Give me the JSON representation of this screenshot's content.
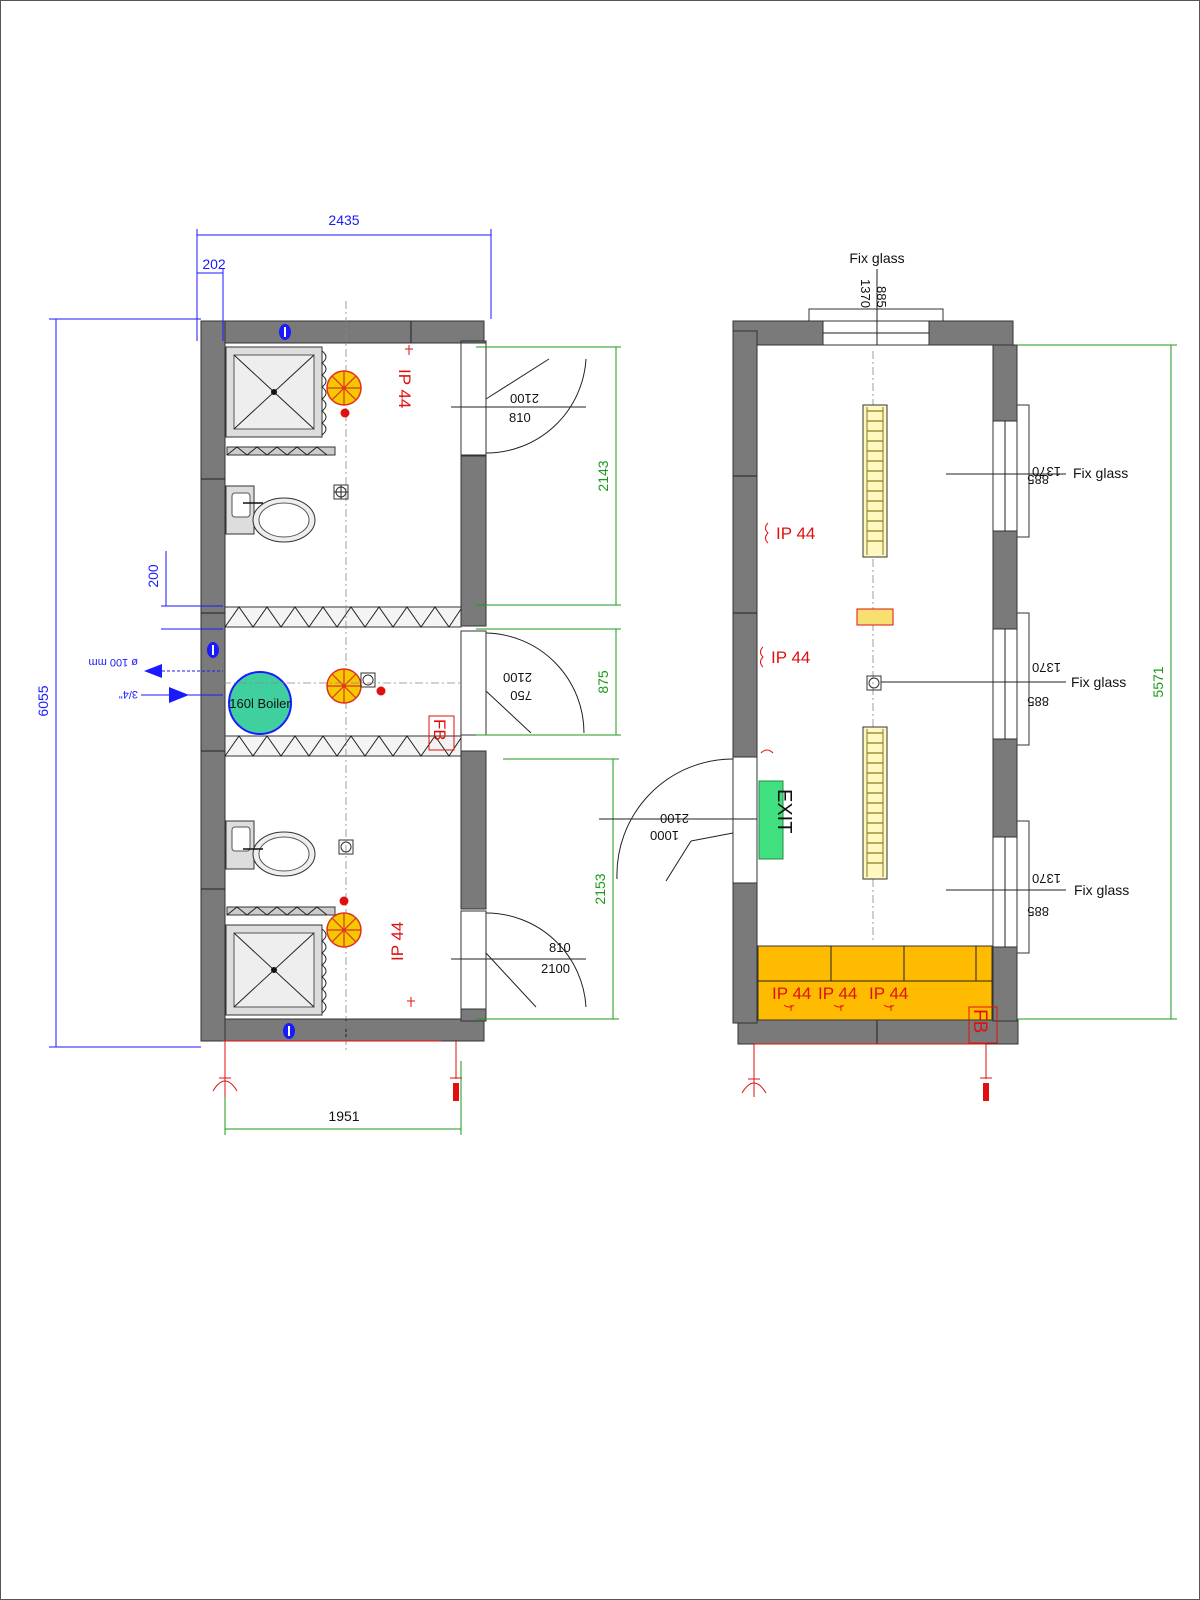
{
  "left_plan": {
    "dims": {
      "overall_width": "2435",
      "wall_offset": "202",
      "overall_length": "6055",
      "bottom_width": "1951",
      "room_top": "2143",
      "room_mid": "875",
      "room_bottom": "2153",
      "offset_200": "200"
    },
    "pipes": {
      "drain": "ø 100 mm",
      "water": "3/4\""
    },
    "boiler": "160l Boiler",
    "doors": {
      "top_width": "810",
      "top_height": "2100",
      "mid_width": "750",
      "mid_height": "2100",
      "bot_width": "810",
      "bot_height": "2100"
    },
    "ip_top": "IP 44",
    "ip_bottom": "IP 44",
    "fb": "FB"
  },
  "right_plan": {
    "fix_glass_label": "Fix glass",
    "glass_top_h": "1370",
    "glass_top_w": "885",
    "glass_side_h": "1370",
    "glass_side_w": "885",
    "length": "5571",
    "door_width": "1000",
    "door_height": "2100",
    "exit": "EXIT",
    "ip_1": "IP 44",
    "ip_2": "IP 44",
    "ip_bench": [
      "IP 44",
      "IP 44",
      "IP 44"
    ],
    "fb": "FB"
  },
  "colors": {
    "wall": "#7a7a7a",
    "dimension_blue": "#1a1aff",
    "dimension_green": "#1a9a1a",
    "electrical_red": "#e01010",
    "boiler": "#40d0a0",
    "heater": "#f5c800",
    "bench": "#ffbb00",
    "exit_sign": "#40e080"
  }
}
